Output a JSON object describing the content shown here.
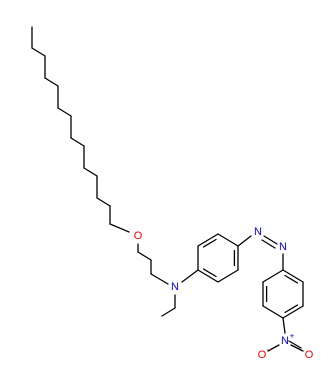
{
  "molecule": {
    "atoms": {
      "O_ether": "O",
      "N_amine": "N",
      "N_azo_1": "N",
      "N_azo_2": "N",
      "N_nitro": "N",
      "O_nitro_1": "O",
      "O_nitro_2": "O"
    },
    "charges": {
      "N_nitro": "+",
      "O_nitro_1": "−"
    }
  },
  "colors": {
    "carbon_bond": "#000000",
    "oxygen": "#ff0000",
    "nitrogen": "#0000ff"
  }
}
